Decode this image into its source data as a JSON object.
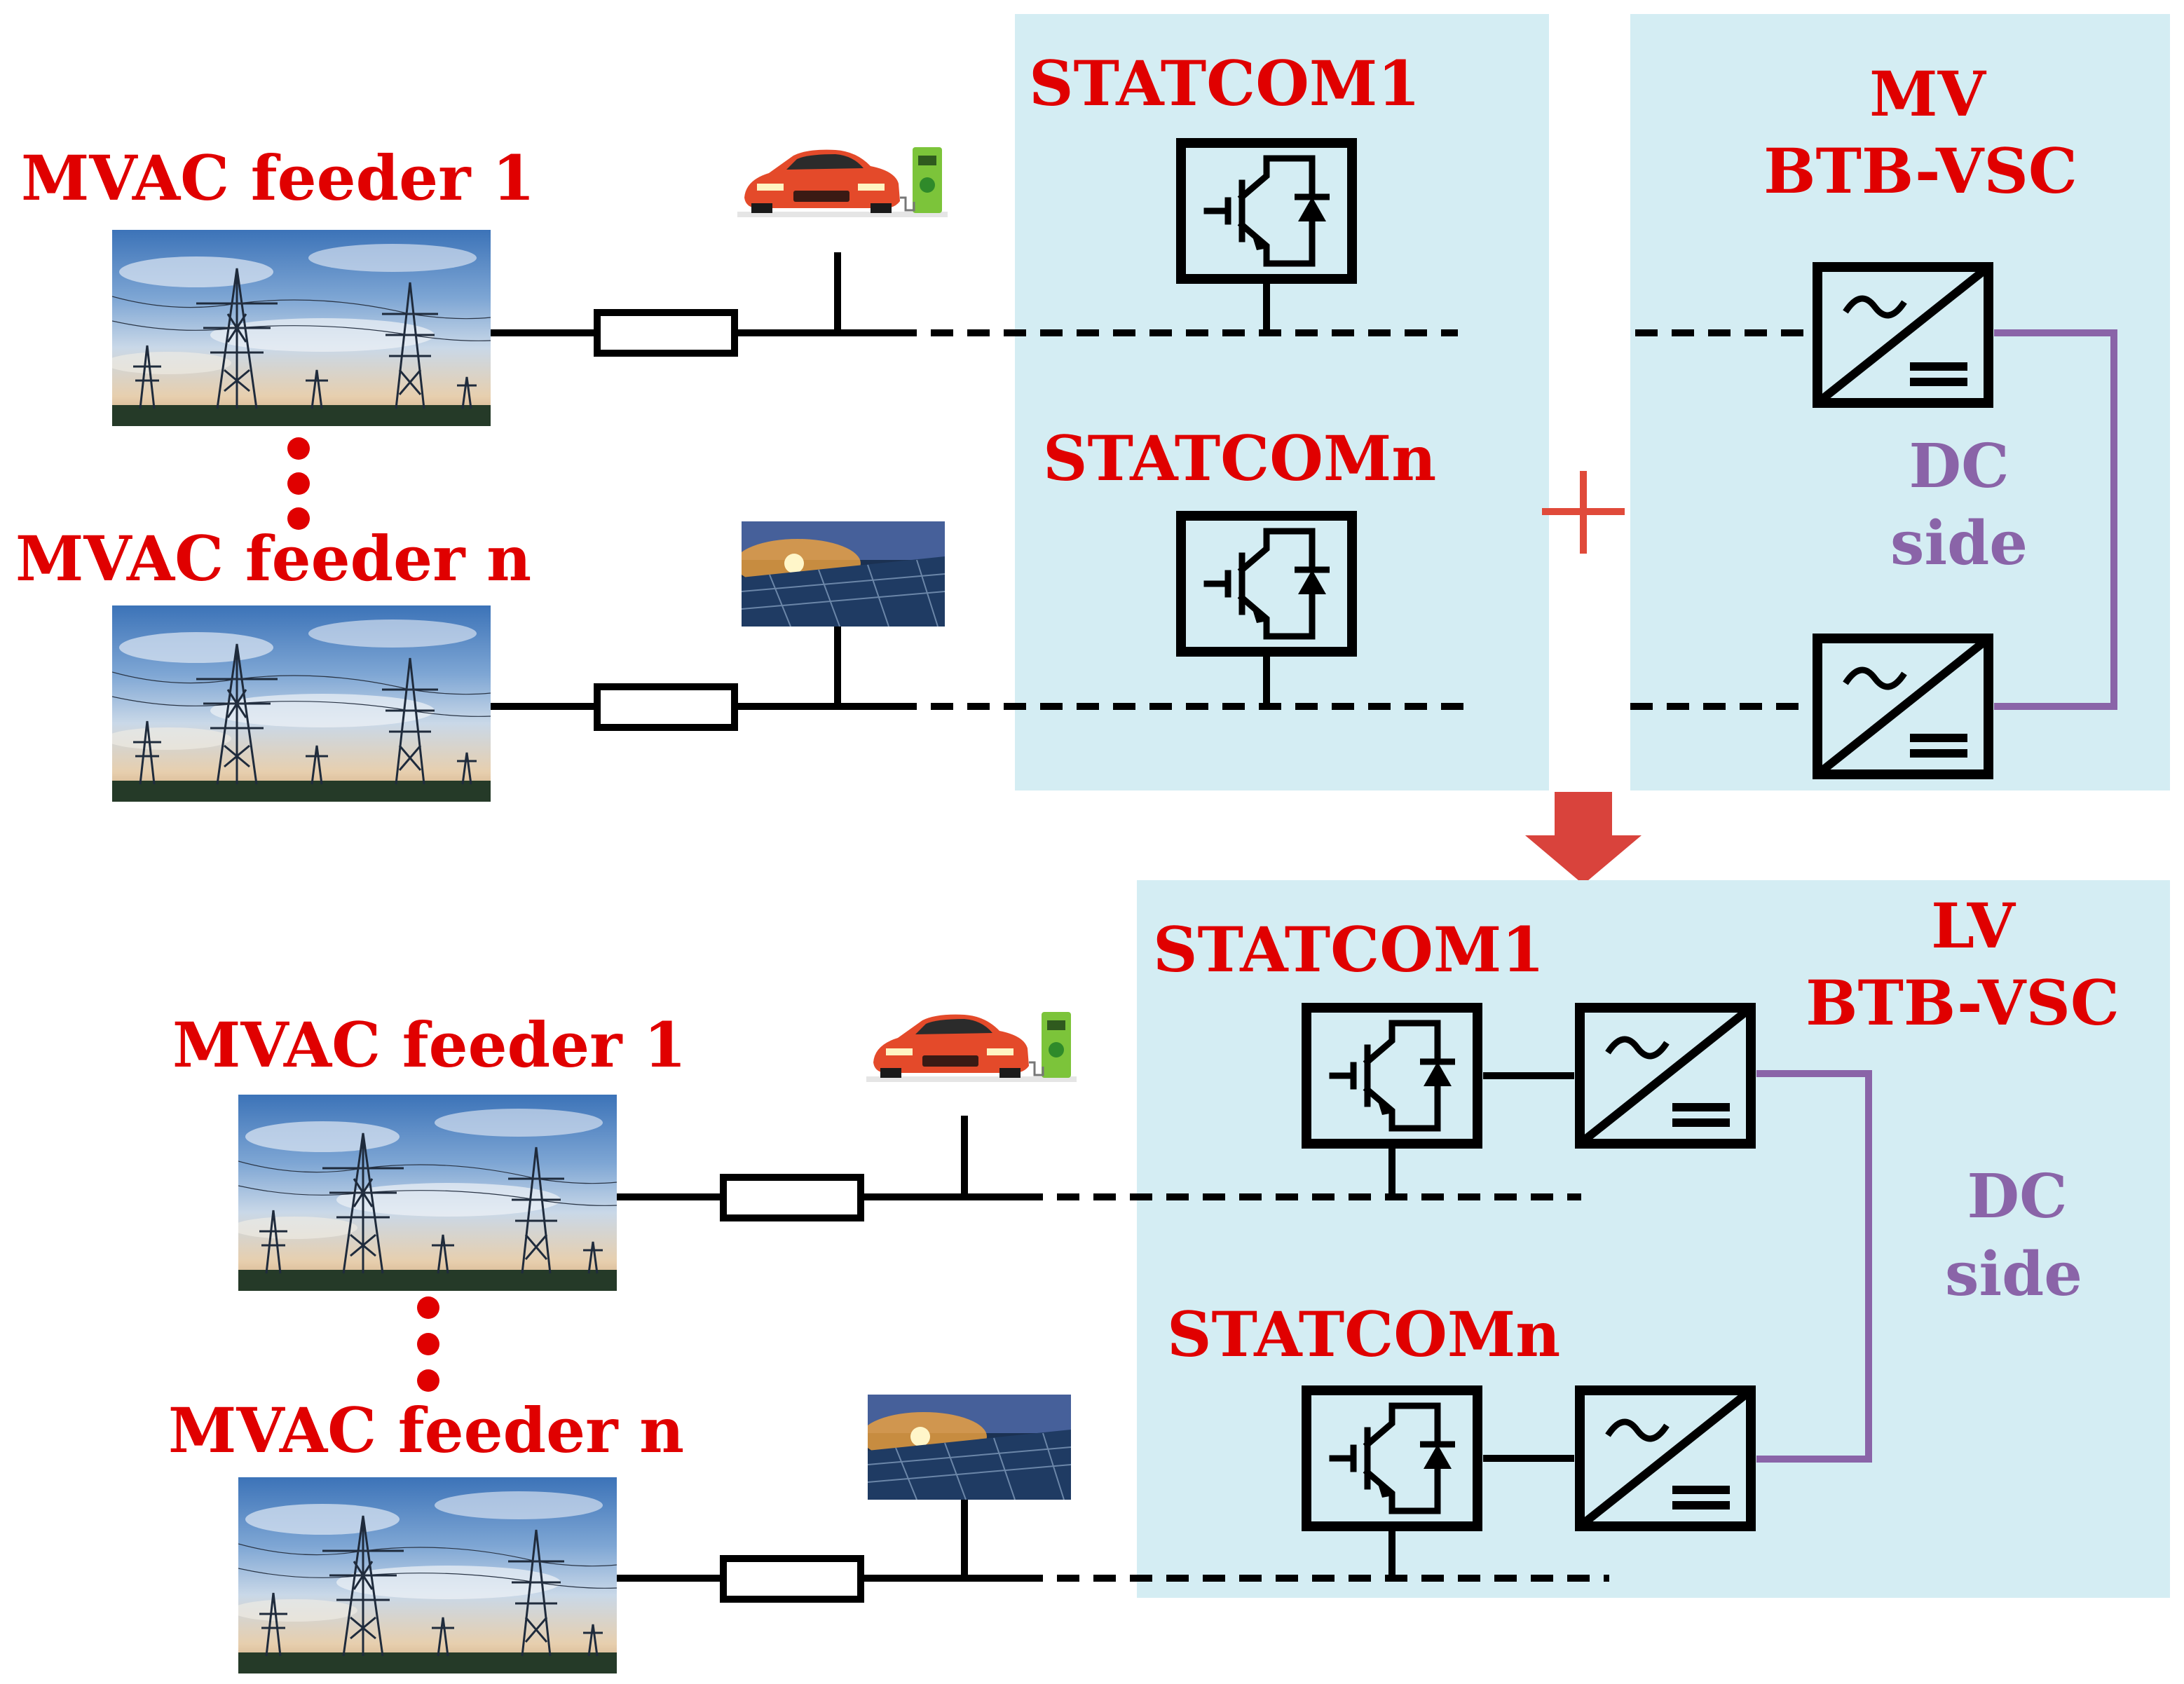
{
  "top": {
    "feeder1_label": "MVAC feeder 1",
    "feedern_label": "MVAC feeder n",
    "statcom1_label": "STATCOM1",
    "statcomn_label": "STATCOMn",
    "btb_label_line1": "MV",
    "btb_label_line2": "BTB-VSC",
    "dc_label_line1": "DC",
    "dc_label_line2": "side",
    "plus_symbol": "+"
  },
  "bottom": {
    "feeder1_label": "MVAC feeder 1",
    "feedern_label": "MVAC feeder n",
    "statcom1_label": "STATCOM1",
    "statcomn_label": "STATCOMn",
    "btb_label_line1": "LV",
    "btb_label_line2": "BTB-VSC",
    "dc_label_line1": "DC",
    "dc_label_line2": "side"
  },
  "colors": {
    "label_red": "#e00000",
    "dc_purple": "#8a64a8",
    "panel_bg": "#d4edf3",
    "arrow_red": "#d9433c",
    "line_black": "#000000"
  },
  "icons": {
    "feeder_photo": "power-transmission-towers-photo",
    "ev_charger": "electric-car-charging-icon",
    "pv": "solar-panel-photo",
    "statcom": "igbt-diode-switch-icon",
    "converter": "ac-dc-converter-icon"
  }
}
